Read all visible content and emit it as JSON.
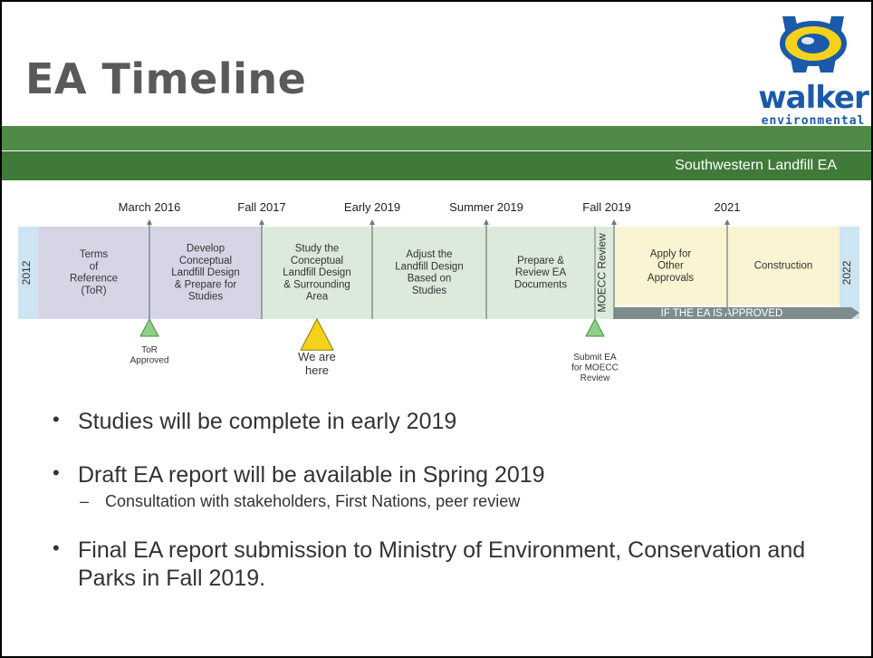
{
  "header": {
    "title": "EA Timeline",
    "banner_text": "Southwestern Landfill EA",
    "logo_main": "walker",
    "logo_sub": "environmental"
  },
  "timeline": {
    "start_year": "2012",
    "end_year": "2022",
    "milestones": [
      "March 2016",
      "Fall 2017",
      "Early 2019",
      "Summer 2019",
      "Fall 2019",
      "2021"
    ],
    "phases": [
      {
        "label": [
          "Terms",
          "of",
          "Reference",
          "(ToR)"
        ],
        "color": "#d6d5e6"
      },
      {
        "label": [
          "Develop",
          "Conceptual",
          "Landfill Design",
          "& Prepare for",
          "Studies"
        ],
        "color": "#d6d5e6"
      },
      {
        "label": [
          "Study the",
          "Conceptual",
          "Landfill Design",
          "& Surrounding",
          "Area"
        ],
        "color": "#dceadc"
      },
      {
        "label": [
          "Adjust the",
          "Landfill Design",
          "Based on",
          "Studies"
        ],
        "color": "#dceadc"
      },
      {
        "label": [
          "Prepare &",
          "Review EA",
          "Documents"
        ],
        "color": "#dceadc"
      },
      {
        "label": [
          "MOECC Review"
        ],
        "color": "#dceadc"
      },
      {
        "label": [
          "Apply for",
          "Other",
          "Approvals"
        ],
        "color": "#fbf4d2"
      },
      {
        "label": [
          "Construction"
        ],
        "color": "#fbf4d2"
      }
    ],
    "approval_arrow": "IF THE EA IS APPROVED",
    "markers": [
      {
        "label": [
          "ToR",
          "Approved"
        ],
        "color": "#8fcf86"
      },
      {
        "label": [
          "We are",
          "here"
        ],
        "color": "#f5d31c"
      },
      {
        "label": [
          "Submit EA",
          "for MOECC",
          "Review"
        ],
        "color": "#8fcf86"
      }
    ]
  },
  "bullets": [
    {
      "text": "Studies will be complete in early 2019",
      "sub": []
    },
    {
      "text": "Draft EA report will be available in Spring 2019",
      "sub": [
        "Consultation with stakeholders, First Nations, peer review"
      ]
    },
    {
      "text": "Final EA report submission to Ministry of Environment, Conservation and Parks in Fall 2019.",
      "sub": []
    }
  ],
  "colors": {
    "banner_green": "#4f8a46",
    "title_gray": "#5a5a5a",
    "logo_blue": "#1b5aa8",
    "logo_yellow": "#f5d31c",
    "timeline_edge_blue": "#cde4f2",
    "arrow_gray": "#7f8c8d"
  }
}
